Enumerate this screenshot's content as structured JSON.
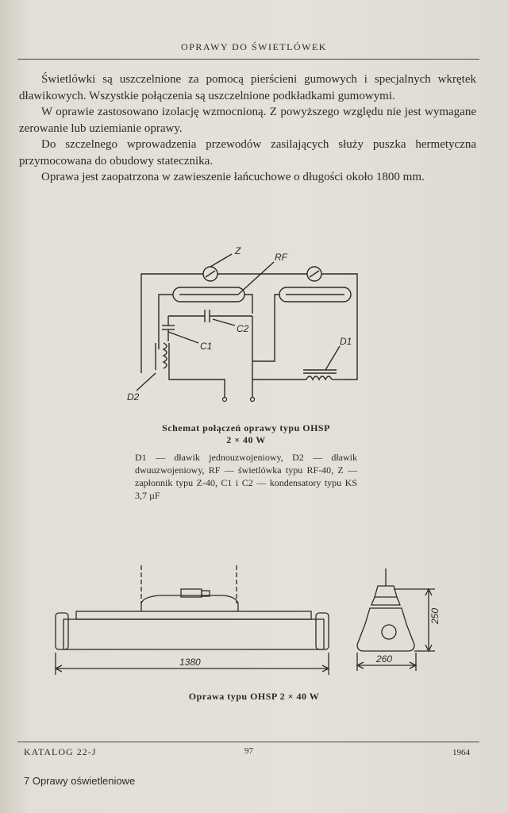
{
  "header": {
    "title": "OPRAWY DO ŚWIETLÓWEK"
  },
  "body": {
    "paragraphs": [
      "Świetlówki są uszczelnione za pomocą pierścieni gumowych i specjalnych wkrętek dławikowych. Wszystkie połączenia są uszczelnione podkładkami gumowymi.",
      "W oprawie zastosowano izolację wzmocnioną. Z powyższego względu nie jest wymagane zerowanie lub uziemianie oprawy.",
      "Do szczelnego wprowadzenia przewodów zasilających służy puszka hermetyczna przymocowana do obudowy statecznika.",
      "Oprawa jest zaopatrzona w zawieszenie łańcuchowe o długości około 1800 mm."
    ]
  },
  "schematic": {
    "labels": {
      "z": "Z",
      "rf": "RF",
      "c1": "C1",
      "c2": "C2",
      "d1": "D1",
      "d2": "D2"
    },
    "caption_title": "Schemat połączeń oprawy typu OHSP",
    "caption_subtitle": "2 × 40 W",
    "legend": "D1 — dławik jednouzwojeniowy, D2 — dławik dwuuzwojeniowy, RF — świetlówka typu RF-40, Z — zapłonnik typu Z-40, C1 i C2 — kondensatory typu KS 3,7 µF"
  },
  "fixture_drawing": {
    "dims": {
      "length": "1380",
      "height": "250",
      "width": "260"
    },
    "caption": "Oprawa typu OHSP 2 × 40 W"
  },
  "footer": {
    "left": "KATALOG 22-J",
    "center": "97",
    "right": "1964"
  },
  "bottom_note": "7 Oprawy oświetleniowe"
}
